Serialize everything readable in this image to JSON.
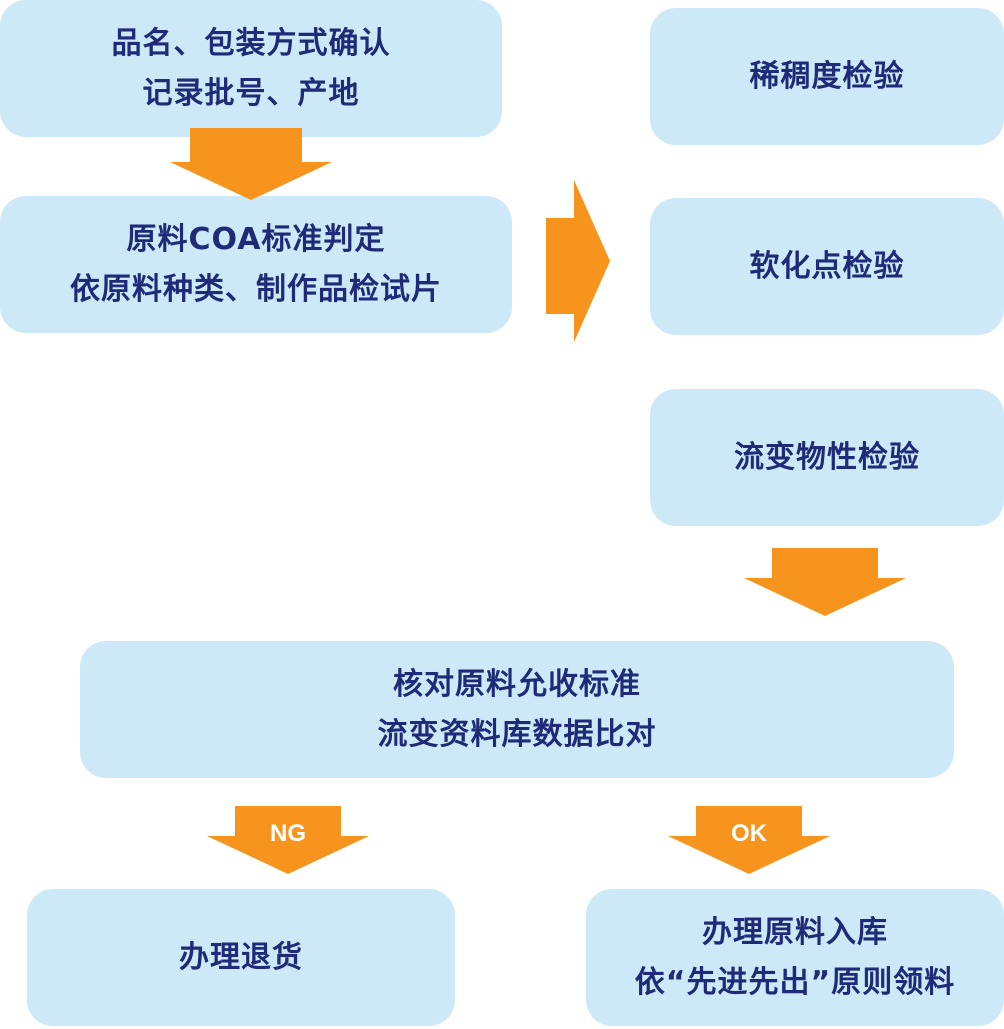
{
  "boxes": {
    "confirm": {
      "line1": "品名、包装方式确认",
      "line2": "记录批号、产地"
    },
    "coa": {
      "line1": "原料COA标准判定",
      "line2": "依原料种类、制作品检试片"
    },
    "viscosity": {
      "line1": "稀稠度检验"
    },
    "softening": {
      "line1": "软化点检验"
    },
    "rheology": {
      "line1": "流变物性检验"
    },
    "check": {
      "line1": "核对原料允收标准",
      "line2": "流变资料库数据比对"
    },
    "return": {
      "line1": "办理退货"
    },
    "storage": {
      "line1": "办理原料入库",
      "line2": "依“先进先出”原则领料"
    }
  },
  "arrows": {
    "ng_label": "NG",
    "ok_label": "OK"
  },
  "colors": {
    "box_fill": "#cde9f7",
    "text": "#1f2a78",
    "arrow": "#f7941d"
  }
}
